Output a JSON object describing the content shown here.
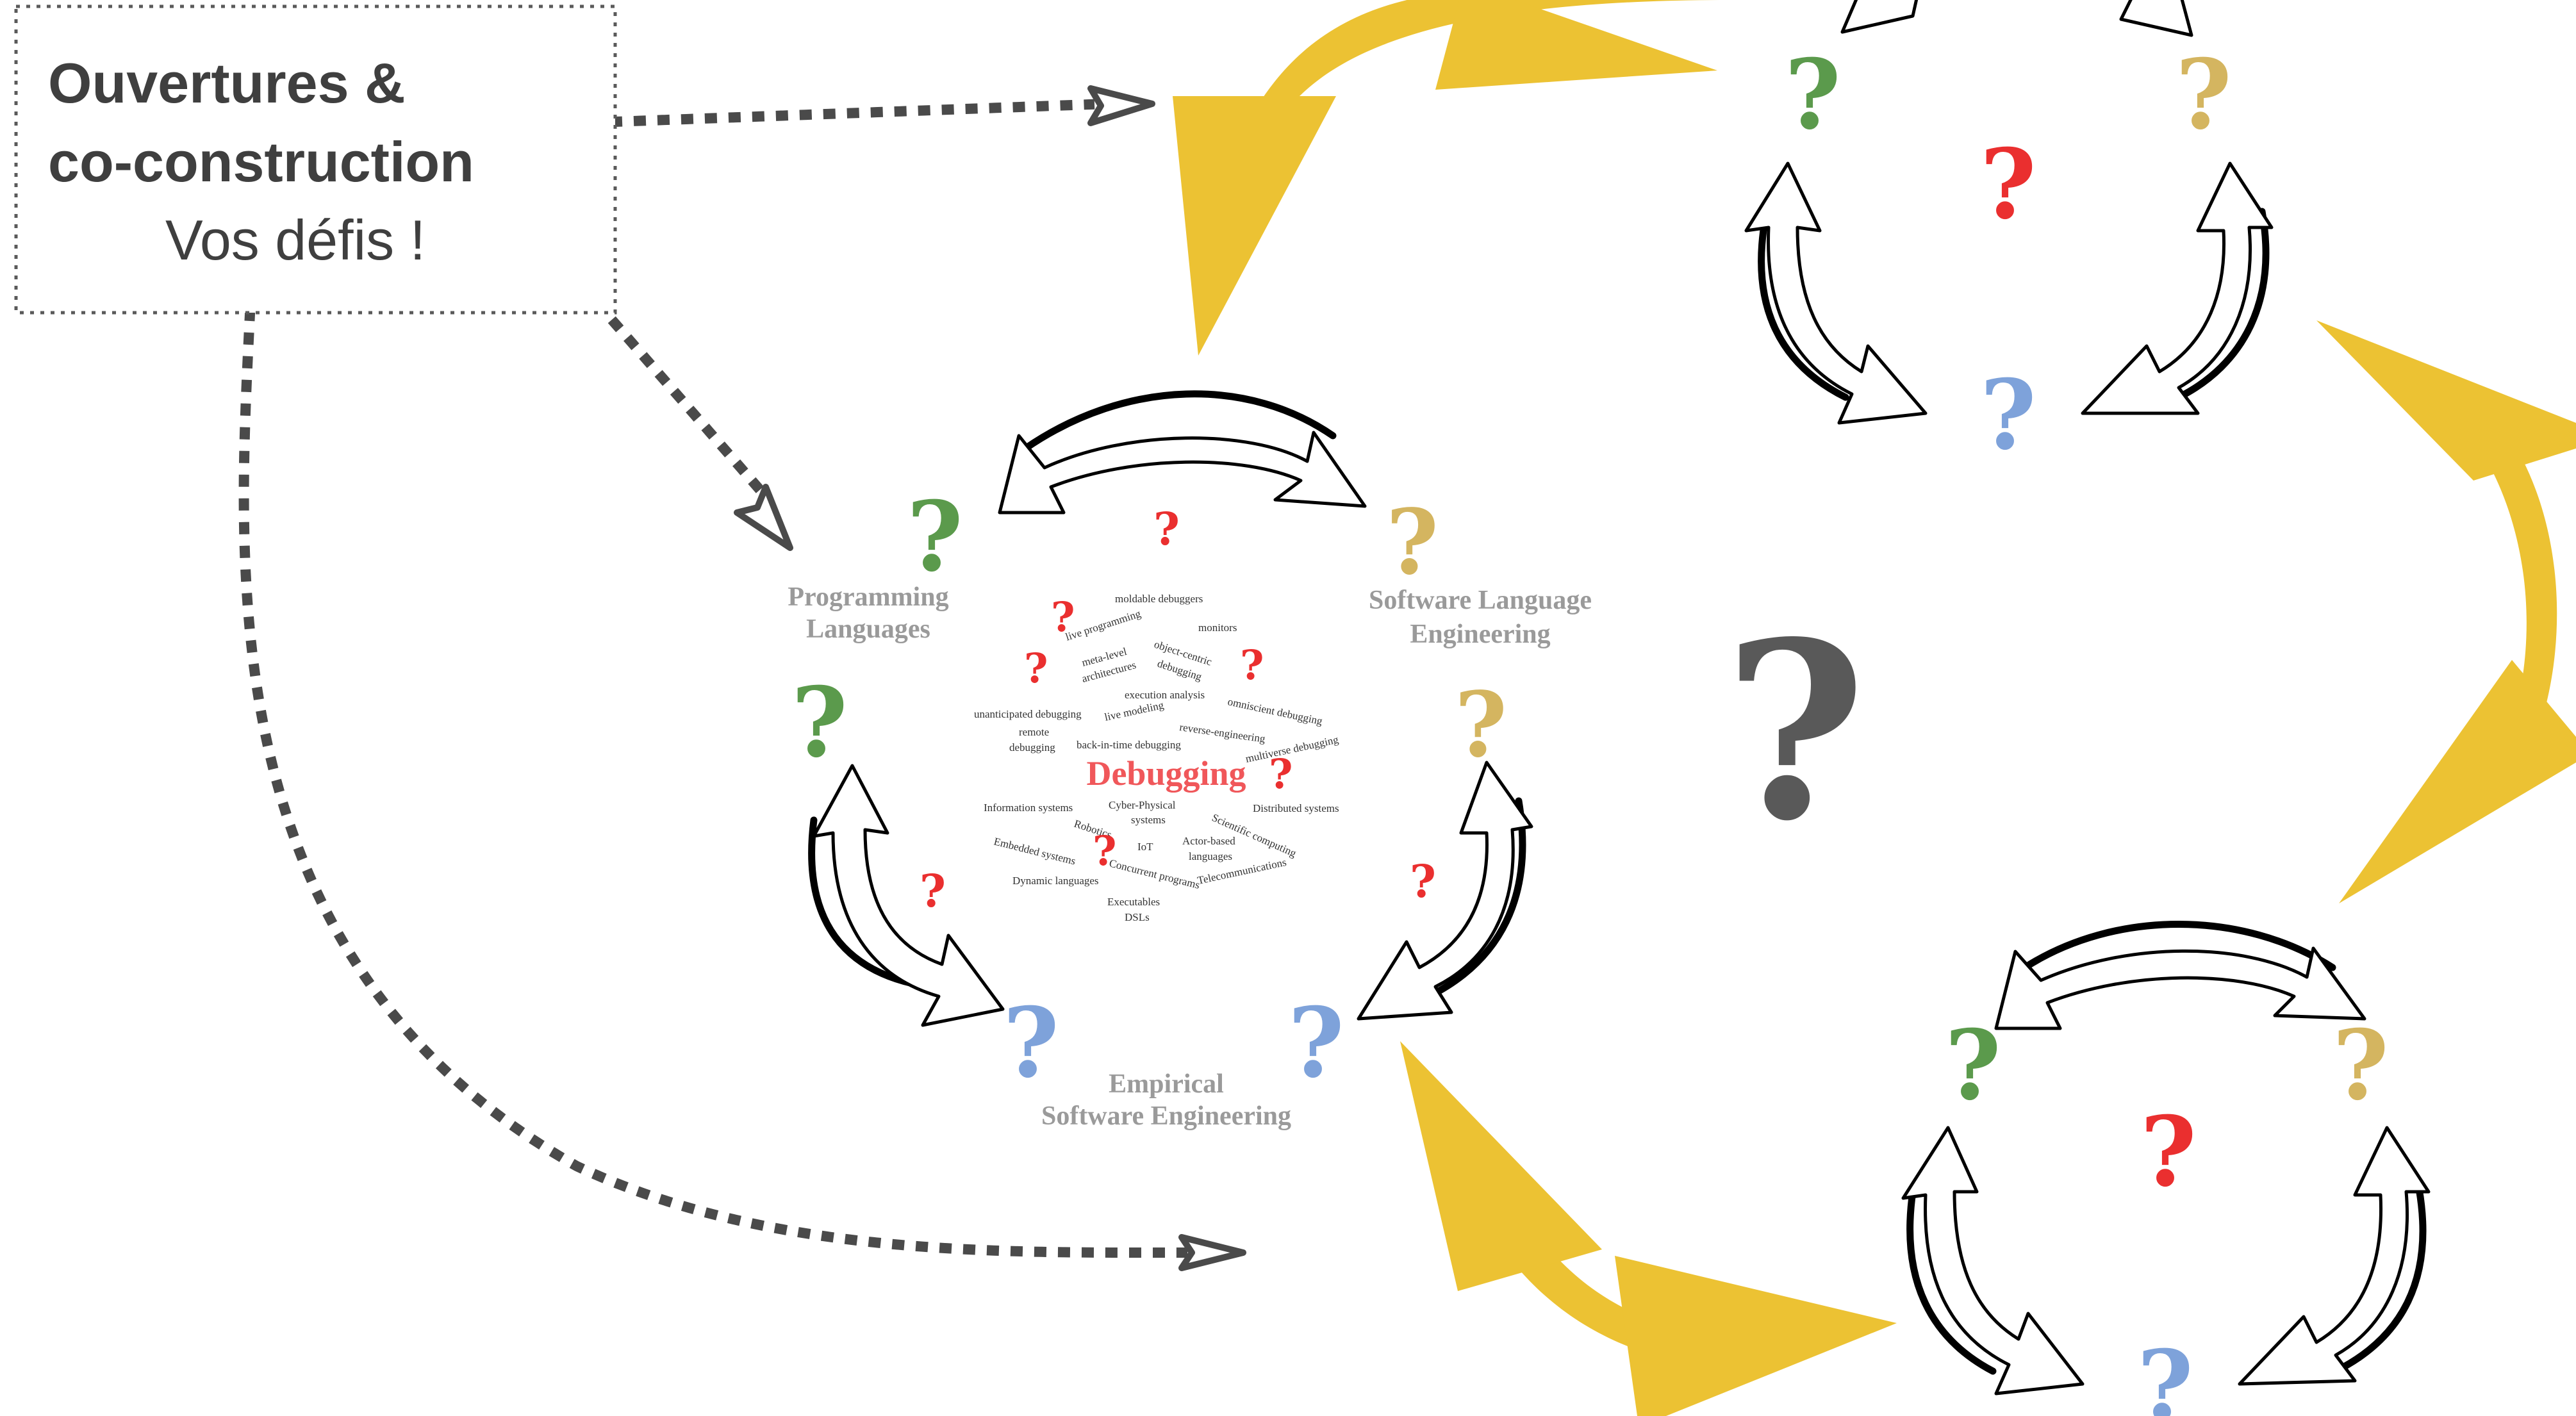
{
  "textbox": {
    "line1": "Ouvertures &",
    "line2": "co-construction",
    "line3": "Vos défis !"
  },
  "labels": {
    "programming_languages": [
      "Programming",
      "Languages"
    ],
    "software_language_engineering": [
      "Software Language",
      "Engineering"
    ],
    "empirical_software_engineering": [
      "Empirical",
      "Software Engineering"
    ]
  },
  "cloud": {
    "center_word": "Debugging",
    "words": [
      "moldable debuggers",
      "monitors",
      "live programming",
      "object-centric",
      "debugging",
      "meta-level",
      "architectures",
      "execution analysis",
      "omniscient debugging",
      "unanticipated debugging",
      "live modeling",
      "reverse-engineering",
      "remote",
      "debugging",
      "back-in-time debugging",
      "multiverse debugging",
      "Information systems",
      "Cyber-Physical",
      "systems",
      "Distributed systems",
      "Robotics",
      "Scientific computing",
      "Embedded systems",
      "IoT",
      "Actor-based",
      "languages",
      "Concurrent programs",
      "Telecommunications",
      "Dynamic languages",
      "Executables",
      "DSLs"
    ]
  },
  "question_mark": "?",
  "colors": {
    "green": "#5b9a4c",
    "gold": "#d4b560",
    "red": "#ea2f2f",
    "blue": "#7ea2da",
    "gray": "#595959",
    "yellow_arrow": "#ecc233",
    "dotted": "#4a4a4a"
  },
  "icons": [
    "question-mark-icon",
    "cycle-arrow-icon",
    "dotted-arrow-icon",
    "yellow-double-arrow-icon"
  ]
}
